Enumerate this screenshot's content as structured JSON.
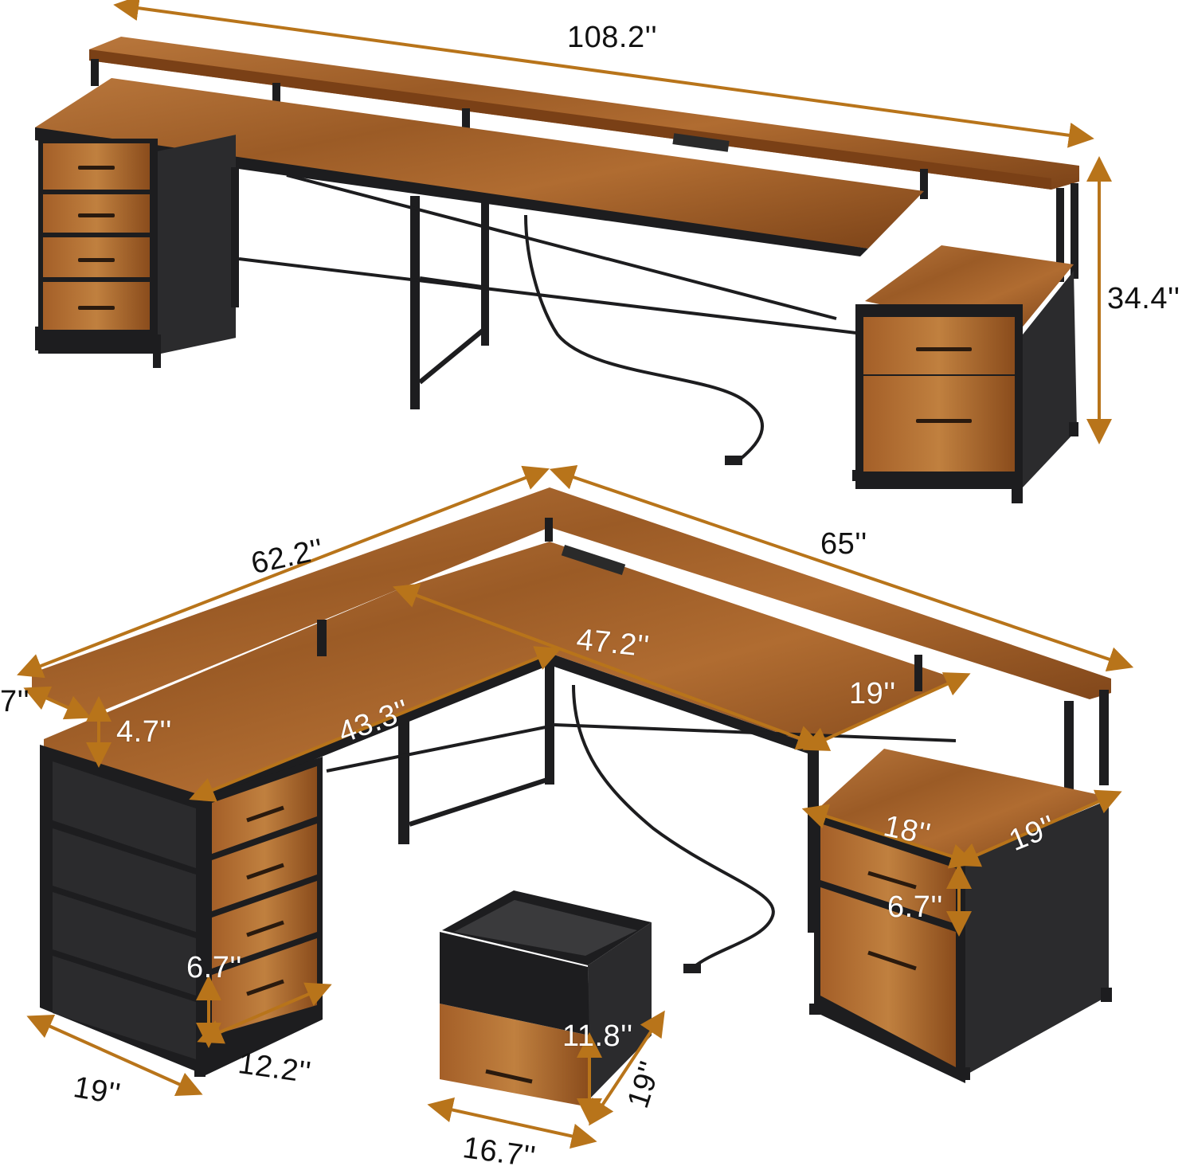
{
  "colors": {
    "wood_light": "#b8743a",
    "wood_mid": "#9a5a26",
    "wood_dark": "#6f3c15",
    "frame": "#1d1d1f",
    "fabric": "#2b2b2d",
    "dimension_line": "#b8741a",
    "background": "#ffffff"
  },
  "dimensions": {
    "top_length": "108.2''",
    "top_height": "34.4''",
    "l_left_length": "62.2''",
    "l_right_length": "65''",
    "shelf_depth": "7''",
    "shelf_height": "4.7''",
    "inner_left": "43.3''",
    "inner_right": "47.2''",
    "desk_depth": "19''",
    "cabinet_width": "18''",
    "cabinet_depth": "19''",
    "cabinet_drawer_height": "6.7''",
    "left_drawer_height": "6.7''",
    "left_drawer_width": "12.2''",
    "left_unit_depth": "19''",
    "bin_height": "11.8''",
    "bin_depth": "19''",
    "bin_width": "16.7''"
  }
}
